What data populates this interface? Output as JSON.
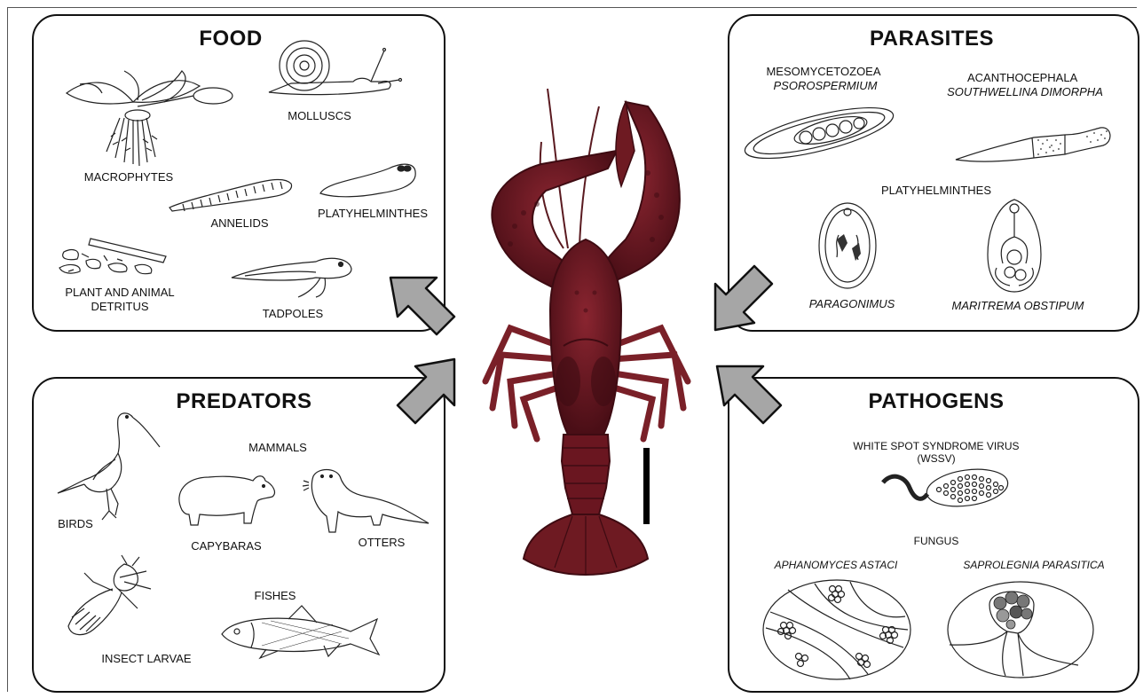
{
  "food": {
    "title": "FOOD",
    "items": [
      "MACROPHYTES",
      "MOLLUSCS",
      "ANNELIDS",
      "PLATYHELMINTHES",
      "PLANT AND ANIMAL",
      "DETRITUS",
      "TADPOLES"
    ]
  },
  "parasites": {
    "title": "PARASITES",
    "meso_group": "MESOMYCETOZOEA",
    "meso_species": "PSOROSPERMIUM",
    "acantho_group": "ACANTHOCEPHALA",
    "acantho_species": "SOUTHWELLINA DIMORPHA",
    "platy_group": "PLATYHELMINTHES",
    "platy_species": [
      "PARAGONIMUS",
      "MARITREMA OBSTIPUM"
    ]
  },
  "predators": {
    "title": "PREDATORS",
    "mammals_label": "MAMMALS",
    "items": [
      "BIRDS",
      "CAPYBARAS",
      "OTTERS",
      "INSECT LARVAE",
      "FISHES"
    ]
  },
  "pathogens": {
    "title": "PATHOGENS",
    "virus_label_1": "WHITE SPOT SYNDROME VIRUS",
    "virus_label_2": "(WSSV)",
    "fungus_label": "FUNGUS",
    "fungi": [
      "APHANOMYCES ASTACI",
      "SAPROLEGNIA PARASITICA"
    ]
  },
  "colors": {
    "arrow_fill": "#a6a6a6",
    "crayfish": "#6e1a22",
    "crayfish_dark": "#3e0b12"
  },
  "icons": [
    "macrophyte-icon",
    "snail-icon",
    "annelid-icon",
    "flatworm-icon",
    "detritus-icon",
    "tadpole-icon",
    "psorospermium-icon",
    "acanthocephalan-icon",
    "paragonimus-icon",
    "maritrema-icon",
    "bird-icon",
    "capybara-icon",
    "otter-icon",
    "insect-larva-icon",
    "fish-icon",
    "wssv-virus-icon",
    "aphanomyces-icon",
    "saprolegnia-icon",
    "crayfish-photo",
    "scale-bar"
  ]
}
